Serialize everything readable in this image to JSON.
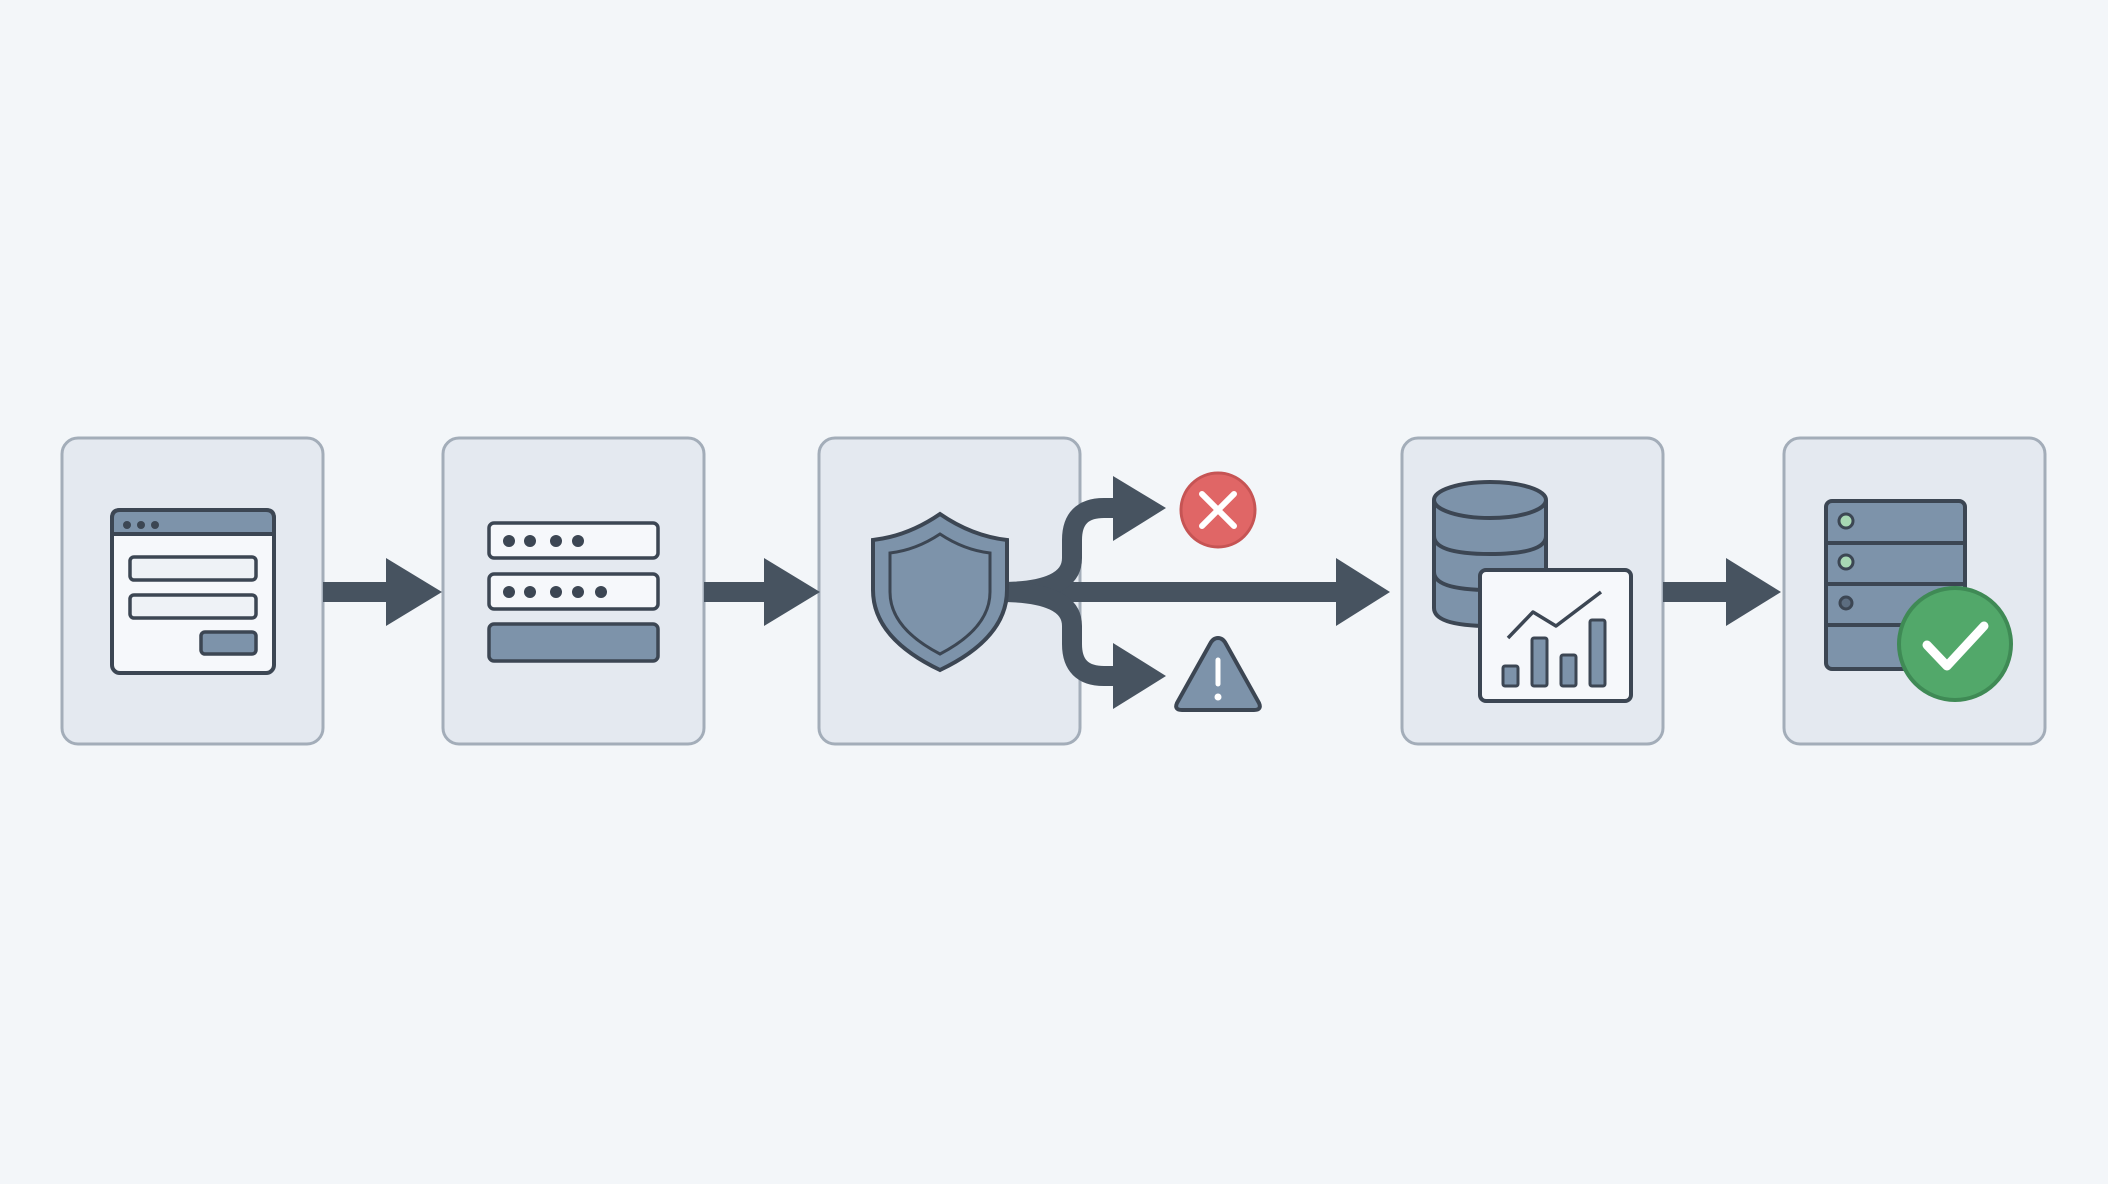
{
  "colors": {
    "background": "#f3f6f9",
    "box_fill": "#e4e9f0",
    "box_border": "#a3adb9",
    "connector": "#475360",
    "icon_stroke": "#3c4653",
    "icon_fill": "#7d93aa",
    "reject_red": "#e06666",
    "warning_fill": "#7d93aa",
    "success_green": "#52a86a"
  },
  "stages": [
    {
      "id": "login-form",
      "icon": "browser-form-icon"
    },
    {
      "id": "credentials",
      "icon": "password-fields-icon"
    },
    {
      "id": "security-check",
      "icon": "shield-icon"
    },
    {
      "id": "data-analytics",
      "icon": "database-chart-icon"
    },
    {
      "id": "server-success",
      "icon": "server-check-icon"
    }
  ],
  "branches": [
    {
      "id": "rejected",
      "icon": "error-x-icon"
    },
    {
      "id": "flagged",
      "icon": "warning-triangle-icon"
    }
  ]
}
